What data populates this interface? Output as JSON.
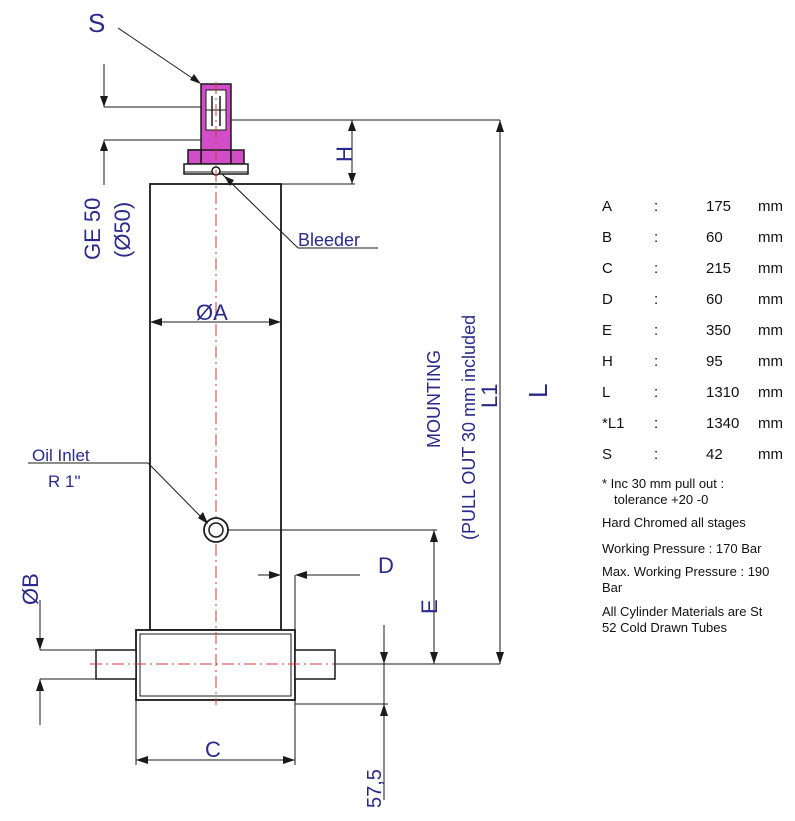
{
  "labels": {
    "s": "S",
    "bleeder": "Bleeder",
    "oil_inlet": "Oil Inlet",
    "oil_inlet_thread": "R 1\"",
    "ge": "GE 50",
    "ge_dia": "(Ø50)",
    "phi_a": "ØA",
    "phi_b": "ØB",
    "c": "C",
    "d": "D",
    "e": "E",
    "h": "H",
    "l": "L",
    "l1": "L1",
    "mounting": "MOUNTING",
    "pull_out": "(PULL OUT 30 mm included",
    "offset": "57,5"
  },
  "specs": [
    {
      "key": "A",
      "sep": ":",
      "value": "175",
      "unit": "mm"
    },
    {
      "key": "B",
      "sep": ":",
      "value": "60",
      "unit": "mm"
    },
    {
      "key": "C",
      "sep": ":",
      "value": "215",
      "unit": "mm"
    },
    {
      "key": "D",
      "sep": ":",
      "value": "60",
      "unit": "mm"
    },
    {
      "key": "E",
      "sep": ":",
      "value": "350",
      "unit": "mm"
    },
    {
      "key": "H",
      "sep": ":",
      "value": "95",
      "unit": "mm"
    },
    {
      "key": "L",
      "sep": ":",
      "value": "1310",
      "unit": "mm"
    },
    {
      "key": "*L1",
      "sep": ":",
      "value": "1340",
      "unit": "mm"
    },
    {
      "key": "S",
      "sep": ":",
      "value": "42",
      "unit": "mm"
    }
  ],
  "notes": {
    "pull_out_1": "* Inc 30 mm pull out :",
    "pull_out_2": "tolerance +20 -0",
    "chromed": "Hard Chromed all stages",
    "working_pressure": "Working Pressure : 170 Bar",
    "max_pressure_1": "Max. Working Pressure : 190",
    "max_pressure_2": "Bar",
    "materials_1": "All Cylinder Materials are St",
    "materials_2": "52 Cold Drawn Tubes"
  },
  "colors": {
    "line": "#1a1a1a",
    "dimension": "#2a2a8a",
    "center_line": "#d23a3a",
    "bleeder_part": "#d24ec8"
  }
}
